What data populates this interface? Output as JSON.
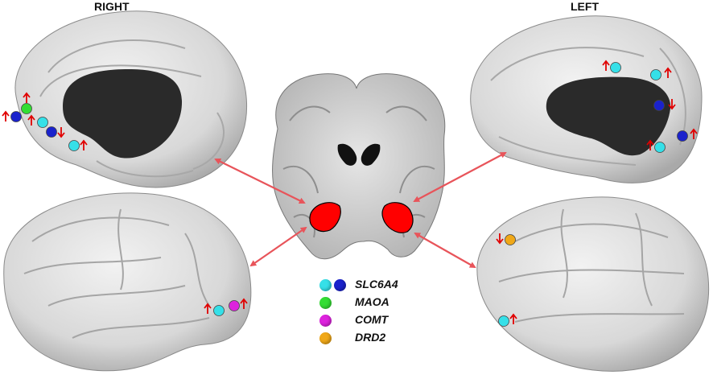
{
  "labels": {
    "right": "RIGHT",
    "left": "LEFT"
  },
  "legend": [
    {
      "gene": "SLC6A4",
      "colors": [
        "#35e0e8",
        "#1a22cc"
      ]
    },
    {
      "gene": "MAOA",
      "colors": [
        "#33dd33"
      ]
    },
    {
      "gene": "COMT",
      "colors": [
        "#dd22dd"
      ]
    },
    {
      "gene": "DRD2",
      "colors": [
        "#f0a818"
      ]
    }
  ],
  "colors": {
    "region": "#ff0000",
    "arrow": "#e8545a",
    "direction_arrow": "#e00000",
    "ventricle": "#2a2a2a"
  },
  "markers": [
    {
      "panel": "right-medial",
      "gene": "SLC6A4",
      "color": "#1a22cc",
      "direction": "up"
    },
    {
      "panel": "right-medial",
      "gene": "MAOA",
      "color": "#33dd33",
      "direction": "up"
    },
    {
      "panel": "right-medial",
      "gene": "SLC6A4",
      "color": "#35e0e8",
      "direction": "up"
    },
    {
      "panel": "right-medial",
      "gene": "SLC6A4",
      "color": "#1a22cc",
      "direction": "down"
    },
    {
      "panel": "right-medial",
      "gene": "SLC6A4",
      "color": "#35e0e8",
      "direction": "up"
    },
    {
      "panel": "right-lateral",
      "gene": "SLC6A4",
      "color": "#35e0e8",
      "direction": "up"
    },
    {
      "panel": "right-lateral",
      "gene": "COMT",
      "color": "#dd22dd",
      "direction": "up"
    },
    {
      "panel": "left-medial",
      "gene": "SLC6A4",
      "color": "#35e0e8",
      "direction": "up"
    },
    {
      "panel": "left-medial",
      "gene": "SLC6A4",
      "color": "#35e0e8",
      "direction": "up"
    },
    {
      "panel": "left-medial",
      "gene": "SLC6A4",
      "color": "#1a22cc",
      "direction": "down"
    },
    {
      "panel": "left-medial",
      "gene": "SLC6A4",
      "color": "#1a22cc",
      "direction": "up"
    },
    {
      "panel": "left-medial",
      "gene": "SLC6A4",
      "color": "#35e0e8",
      "direction": "up"
    },
    {
      "panel": "left-lateral",
      "gene": "DRD2",
      "color": "#f0a818",
      "direction": "down"
    },
    {
      "panel": "left-lateral",
      "gene": "SLC6A4",
      "color": "#35e0e8",
      "direction": "up"
    }
  ]
}
